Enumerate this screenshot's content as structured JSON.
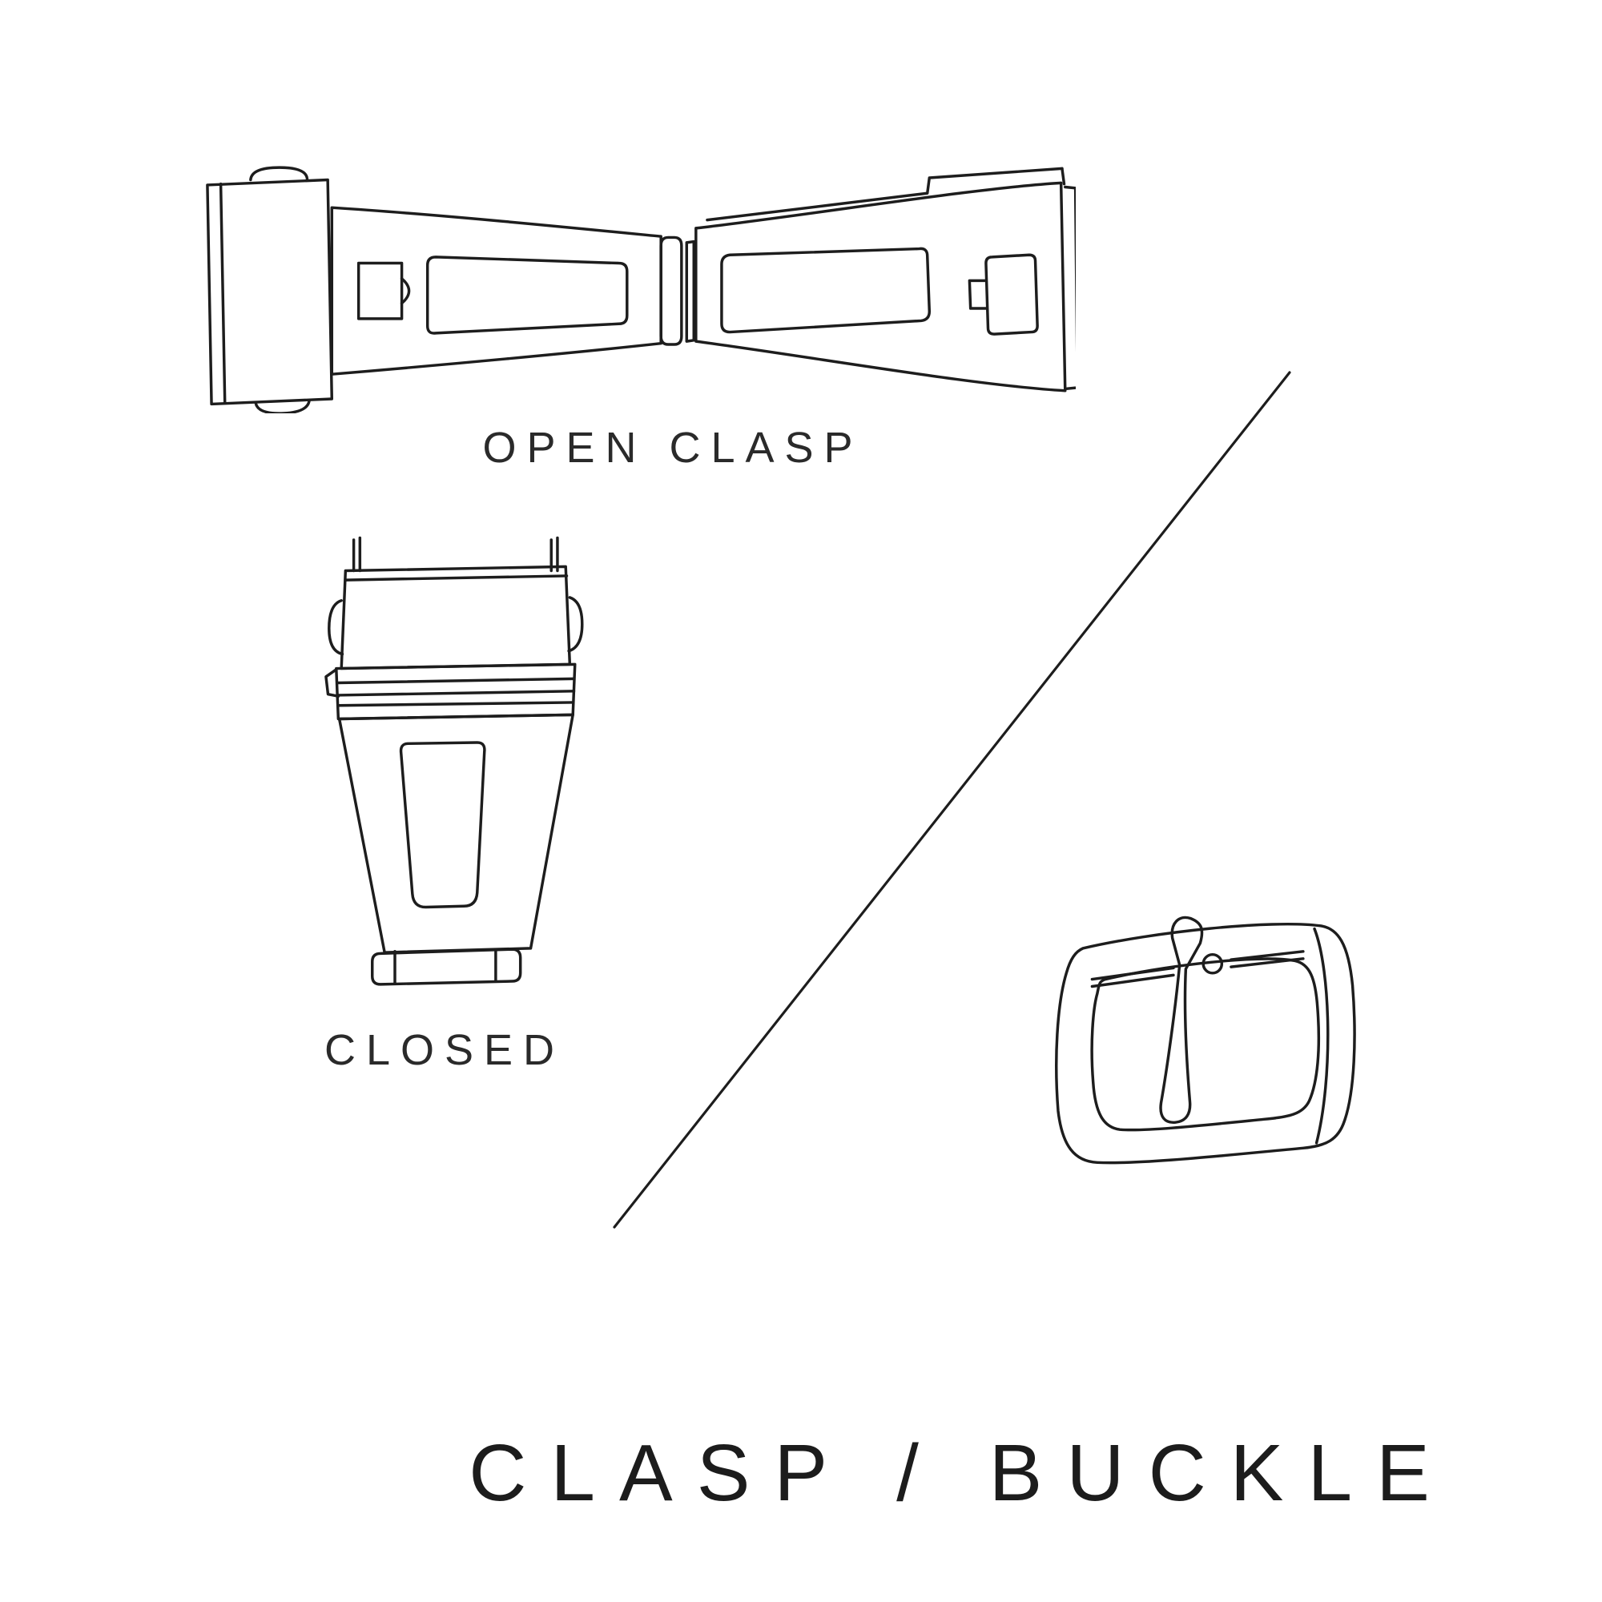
{
  "canvas": {
    "background": "#ffffff",
    "stroke_color": "#1d1d1d",
    "text_color": "#2a2a2a"
  },
  "figures": {
    "open_clasp": {
      "label": "OPEN CLASP"
    },
    "closed_clasp": {
      "label": "CLOSED"
    },
    "buckle": {
      "name": "pin-buckle-illustration"
    }
  },
  "title": "CLASP / BUCKLE"
}
